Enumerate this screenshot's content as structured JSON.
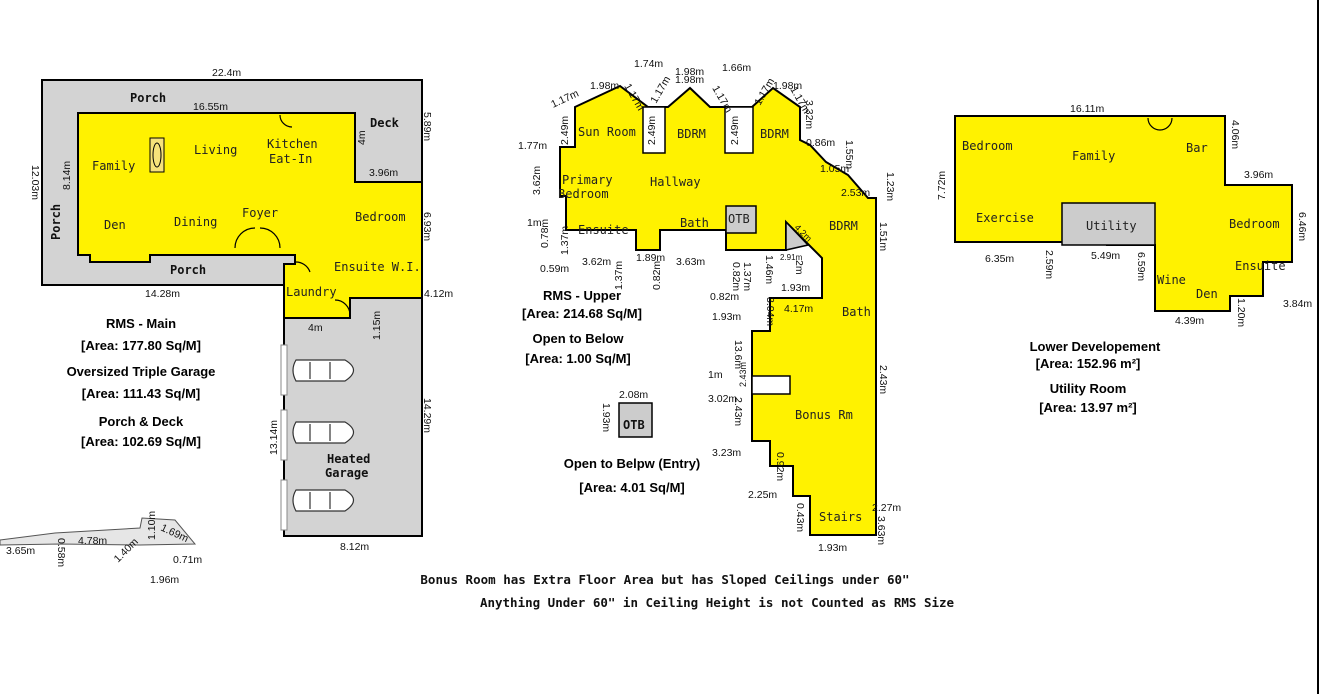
{
  "main": {
    "rooms": [
      "Porch",
      "Family",
      "Living",
      "Kitchen",
      "Eat-In",
      "Deck",
      "Den",
      "Dining",
      "Foyer",
      "Bedroom",
      "Porch",
      "Ensuite W.I.",
      "Laundry",
      "Porch",
      "Heated",
      "Garage"
    ],
    "dims": [
      "22.4m",
      "16.55m",
      "5.89m",
      "4m",
      "12.03m",
      "8.14m",
      "3.96m",
      "6.93m",
      "14.28m",
      "4.12m",
      "4m",
      "1.15m",
      "14.29m",
      "13.14m",
      "8.12m"
    ],
    "info": [
      "RMS - Main",
      "[Area: 177.80 Sq/M]",
      "Oversized Triple Garage",
      "[Area: 111.43 Sq/M]",
      "Porch & Deck",
      "[Area: 102.69 Sq/M]"
    ]
  },
  "fragment": {
    "dims": [
      "3.65m",
      "0.58m",
      "4.78m",
      "1.10m",
      "1.69m",
      "1.40m",
      "0.71m",
      "1.96m"
    ]
  },
  "upper": {
    "rooms": [
      "Sun Room",
      "BDRM",
      "BDRM",
      "Primary",
      "Bedroom",
      "Hallway",
      "Ensuite",
      "Bath",
      "OTB",
      "BDRM",
      "Bath",
      "Bonus Rm",
      "Stairs",
      "OTB"
    ],
    "dims": [
      "1.74m",
      "1.98m",
      "1.66m",
      "1.98m",
      "1.98m",
      "1.98m",
      "1.17m",
      "1.17m",
      "1.17m",
      "1.17m",
      "1.17m",
      "1.17m",
      "1.77m",
      "2.49m",
      "2.49m",
      "2.49m",
      "3.32m",
      "0.86m",
      "1.55m",
      "1.05m",
      "2.53m",
      "1.23m",
      "3.62m",
      "1m",
      "0.78m",
      "1.37m",
      "0.59m",
      "3.62m",
      "1.89m",
      "1.37m",
      "3.63m",
      "0.82m",
      "0.82m",
      "1.37m",
      "1.46m",
      "2.91m",
      "2m",
      "4.2m",
      "1.51m",
      "1.93m",
      "0.82m",
      "4.17m",
      "1.93m",
      "3.04m",
      "13.6m",
      "2.43m",
      "1m",
      "2.43m",
      "3.02m",
      "2.43m",
      "3.23m",
      "0.92m",
      "2.25m",
      "0.43m",
      "2.27m",
      "3.63m",
      "1.93m",
      "2.08m",
      "1.93m"
    ],
    "info": [
      "RMS - Upper",
      "[Area: 214.68 Sq/M]",
      "Open to Below",
      "[Area: 1.00 Sq/M]",
      "Open to Belpw (Entry)",
      "[Area: 4.01 Sq/M]"
    ]
  },
  "lower": {
    "rooms": [
      "Bedroom",
      "Family",
      "Bar",
      "Exercise",
      "Utility",
      "Bedroom",
      "Wine",
      "Ensuite",
      "Den"
    ],
    "dims": [
      "16.11m",
      "4.06m",
      "7.72m",
      "3.96m",
      "6.46m",
      "6.35m",
      "2.59m",
      "5.49m",
      "6.59m",
      "4.39m",
      "1.20m",
      "3.84m"
    ],
    "info": [
      "Lower Developement",
      "[Area: 152.96 m²]",
      "Utility Room",
      "[Area: 13.97 m²]"
    ]
  },
  "notes": [
    "Bonus Room has Extra Floor Area but has Sloped Ceilings under 60\"",
    "Anything Under 60\" in Ceiling Height is not Counted as RMS Size"
  ],
  "colors": {
    "room": "#fff200",
    "porch": "#d3d3d3"
  }
}
